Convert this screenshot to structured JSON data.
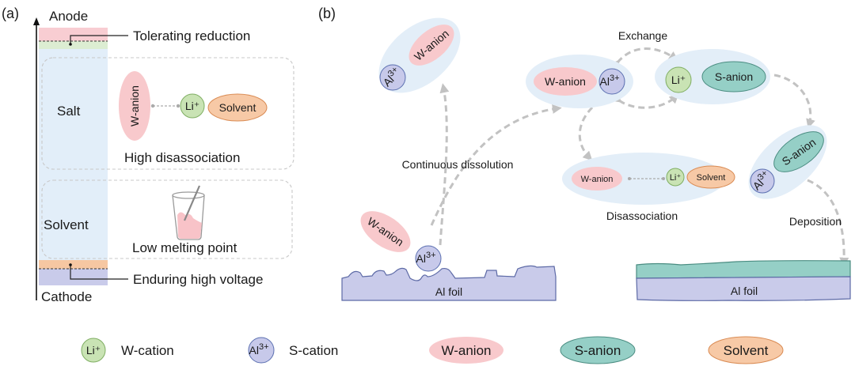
{
  "colors": {
    "li": "#c9e3b4",
    "li_stroke": "#7fae62",
    "al": "#c7c9ea",
    "al_stroke": "#5b6fb0",
    "w_anion": "#f8c9cc",
    "s_anion": "#95cfc6",
    "s_anion_stroke": "#4b8d82",
    "solvent": "#f7c9a6",
    "solvent_stroke": "#d98a52",
    "halo": "#e3eef8",
    "foil": "#c9cbea",
    "foil_stroke": "#5d6aa6",
    "deposit": "#95cfc6",
    "arrow": "#c2c2c2"
  },
  "panel_a": {
    "label": "(a)",
    "axis_top": "Anode",
    "axis_bottom": "Cathode",
    "top_annotation": "Tolerating reduction",
    "bottom_annotation": "Enduring high voltage",
    "salt_box": {
      "title": "Salt",
      "caption": "High disassociation",
      "w_anion": "W-anion",
      "li": "Li⁺",
      "solvent": "Solvent"
    },
    "solvent_box": {
      "title": "Solvent",
      "caption": "Low melting point"
    }
  },
  "panel_b": {
    "label": "(b)",
    "exchange": "Exchange",
    "continuous_dissolution": "Continuous dissolution",
    "disassociation": "Disassociation",
    "deposition": "Deposition",
    "al_foil_left": "Al foil",
    "al_foil_right": "Al foil",
    "w_anion": "W-anion",
    "s_anion": "S-anion",
    "al_base": "Al",
    "al_sup": "3+",
    "li": "Li⁺",
    "solvent": "Solvent"
  },
  "legend": [
    {
      "symbol": "Li⁺",
      "label": "W-cation"
    },
    {
      "symbol": "Al",
      "sup": "3+",
      "label": "S-cation"
    },
    {
      "symbol": "W-anion"
    },
    {
      "symbol": "S-anion"
    },
    {
      "symbol": "Solvent"
    }
  ]
}
